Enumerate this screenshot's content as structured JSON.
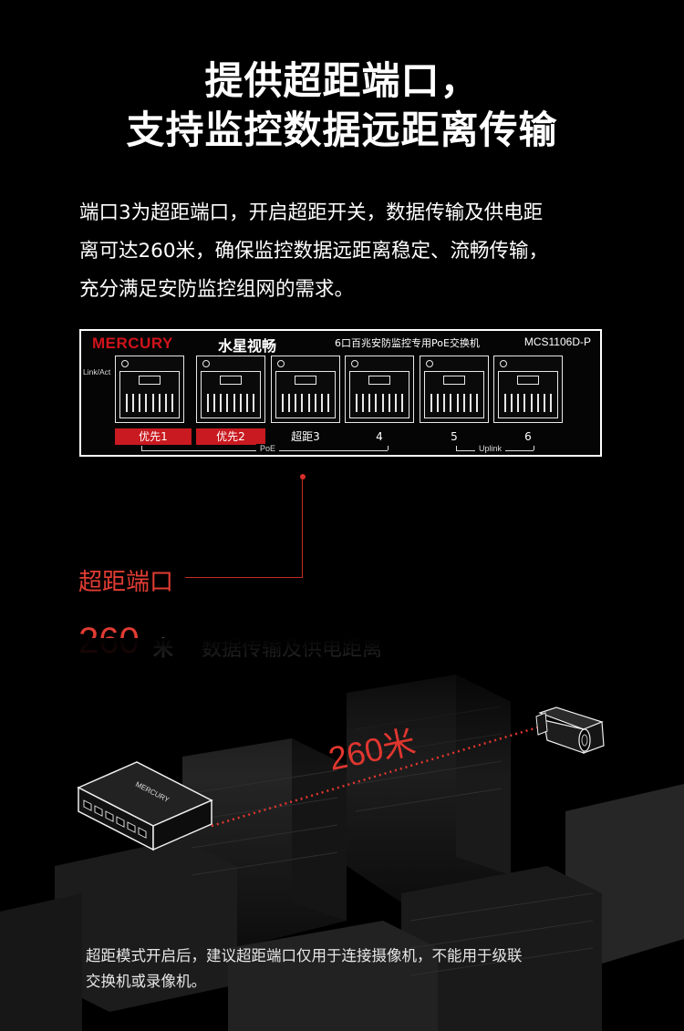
{
  "headline": {
    "line1": "提供超距端口，",
    "line2": "支持监控数据远距离传输"
  },
  "intro": {
    "line1": "端口3为超距端口，开启超距开关，数据传输及供电距",
    "line2": "离可达260米，确保监控数据远距离稳定、流畅传输，",
    "line3": "充分满足安防监控组网的需求。"
  },
  "panel": {
    "brand": "MERCURY",
    "brand_cn": "水星视畅",
    "description": "6口百兆安防监控专用PoE交换机",
    "model": "MCS1106D-P",
    "link_act": "Link/Act",
    "ports": [
      {
        "label": "优先1",
        "highlight": true
      },
      {
        "label": "优先2",
        "highlight": true
      },
      {
        "label": "超距3",
        "highlight": false
      },
      {
        "label": "4",
        "highlight": false
      },
      {
        "label": "5",
        "highlight": false
      },
      {
        "label": "6",
        "highlight": false
      }
    ],
    "poe_label": "PoE",
    "uplink_label": "Uplink"
  },
  "callout": {
    "label": "超距端口",
    "distance_value": "260",
    "distance_unit": "米",
    "distance_desc": "数据传输及供电距离"
  },
  "scene": {
    "distance_label": "260米",
    "switch_logo": "MERCURY"
  },
  "note": {
    "line1": "超距模式开启后，建议超距端口仅用于连接摄像机，不能用于级联",
    "line2": "交换机或录像机。"
  },
  "colors": {
    "accent_red": "#e03c33",
    "highlight_red": "#c81a20",
    "brand_red": "#d0131b",
    "background": "#000000"
  }
}
